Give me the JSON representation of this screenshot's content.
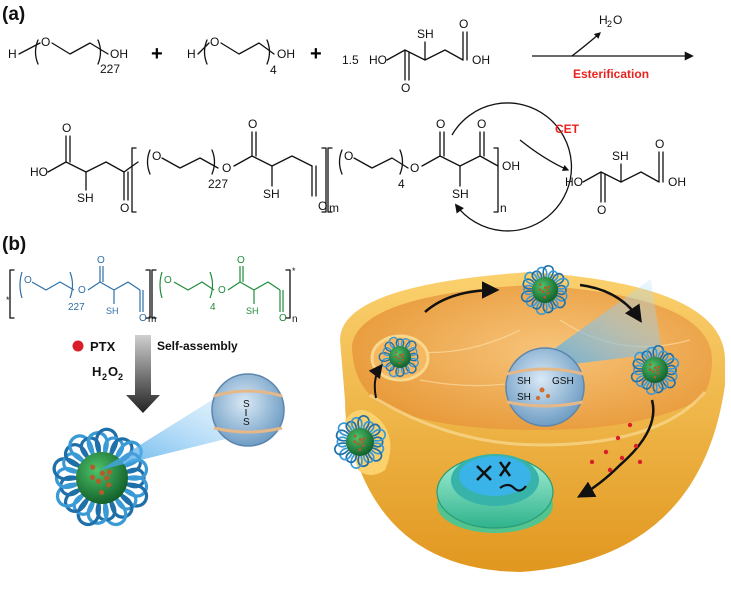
{
  "panel_a": {
    "label": "(a)",
    "peg227": {
      "h": "H",
      "o": "O",
      "oh": "OH",
      "n": "227"
    },
    "peg4": {
      "h": "H",
      "o": "O",
      "oh": "OH",
      "n": "4"
    },
    "plus": "+",
    "coefficient": "1.5",
    "acid": {
      "ho": "HO",
      "sh": "SH",
      "oh": "OH",
      "o": "O"
    },
    "byproduct": {
      "h": "H",
      "sub": "2",
      "o": "O"
    },
    "reaction_label": "Esterification",
    "reaction_color": "#e8231e",
    "polymer": {
      "ho": "HO",
      "oh": "OH",
      "o": "O",
      "sh": "SH",
      "n227": "227",
      "n4": "4",
      "m": "m",
      "n": "n"
    },
    "cet_label": "CET"
  },
  "panel_b": {
    "label": "(b)",
    "polymer": {
      "o": "O",
      "sh": "SH",
      "n227": "227",
      "n4": "4",
      "m": "m",
      "n": "n",
      "star": "*"
    },
    "ptx": "PTX",
    "h2o2": {
      "h": "H",
      "sub1": "2",
      "o": "O",
      "sub2": "2"
    },
    "self_assembly": "Self-assembly",
    "disulfide": {
      "s1": "S",
      "s2": "S"
    },
    "inset_cell": {
      "sh1": "SH",
      "sh2": "SH",
      "gsh": "GSH"
    },
    "colors": {
      "peg_blue": "#2f6fa6",
      "peg_green": "#1e8c3a",
      "ptx_red": "#d81e2a",
      "cell_orange": "#f2a23a"
    }
  }
}
